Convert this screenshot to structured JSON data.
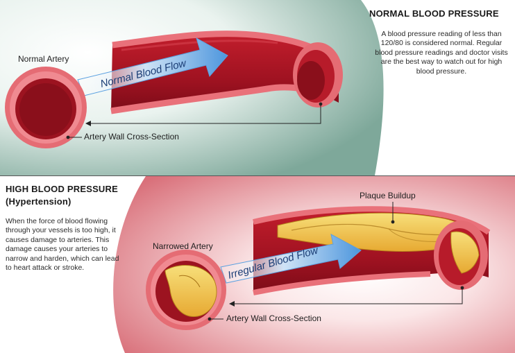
{
  "normal": {
    "title": "NORMAL BLOOD PRESSURE",
    "description": "A blood pressure reading of less than 120/80 is considered normal. Regular blood pressure readings and doctor visits are the best way to watch out for high blood pressure.",
    "artery_label": "Normal Artery",
    "flow_label": "Normal Blood Flow",
    "cross_section_label": "Artery Wall Cross-Section"
  },
  "high": {
    "title_line1": "HIGH BLOOD PRESSURE",
    "title_line2": "(Hypertension)",
    "description": "When the force of blood flowing through your vessels is too high, it causes damage to arteries. This damage causes your arteries to narrow and harden, which can lead to heart attack or stroke.",
    "artery_label": "Narrowed Artery",
    "plaque_label": "Plaque Buildup",
    "flow_label": "Irregular Blood Flow",
    "cross_section_label": "Artery Wall Cross-Section"
  },
  "colors": {
    "normal_bg_dark": "#7ea89a",
    "high_bg": "#d9707a",
    "artery_outer": "#e56c74",
    "artery_inner": "#9c1320",
    "plaque": "#f1c94a",
    "arrow": "#5aa0e0"
  }
}
